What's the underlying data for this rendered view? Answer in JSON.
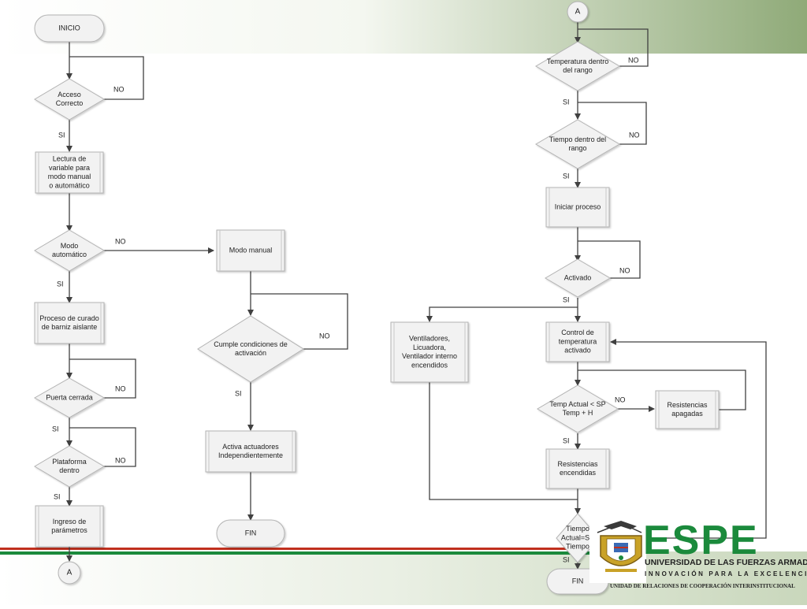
{
  "colors": {
    "banner_green": "#8faa78",
    "stripe_red": "#c0301e",
    "stripe_green": "#1b8a3c",
    "brand_green": "#1b8a3c",
    "brand_red": "#c0301e",
    "line": "#404040",
    "node_fill": "#f2f2f2"
  },
  "connectors": {
    "a_top": "A",
    "a_bottom": "A"
  },
  "nodes": {
    "inicio": "INICIO",
    "acceso": [
      "Acceso",
      "Correcto"
    ],
    "lectura": [
      "Lectura de",
      "variable para",
      "modo manual",
      "o automático"
    ],
    "modo_auto": [
      "Modo",
      "automático"
    ],
    "modo_manual": "Modo manual",
    "proceso_curado": [
      "Proceso de curado",
      "de barniz aislante"
    ],
    "puerta": "Puerta cerrada",
    "plataforma": [
      "Plataforma",
      "dentro"
    ],
    "ingreso": [
      "Ingreso de",
      "parámetros"
    ],
    "cumple": [
      "Cumple condiciones de",
      "activación"
    ],
    "activa": [
      "Activa actuadores",
      "Independientemente"
    ],
    "fin_mid": "FIN",
    "temp_rango": [
      "Temperatura dentro",
      "del rango"
    ],
    "tiempo_rango": [
      "Tiempo dentro del",
      "rango"
    ],
    "iniciar": "Iniciar proceso",
    "activado": "Activado",
    "ventiladores": [
      "Ventiladores,",
      "Licuadora,",
      "Ventilador interno",
      "encendidos"
    ],
    "control": [
      "Control de",
      "temperatura",
      "activado"
    ],
    "temp_actual": [
      "Temp Actual < SP",
      "Temp + H"
    ],
    "res_apagadas": [
      "Resistencias",
      "apagadas"
    ],
    "res_encendidas": [
      "Resistencias",
      "encendidas"
    ],
    "tiempo_actual": [
      "Tiempo",
      "Actual=SP",
      "Tiempo"
    ],
    "fin_right": "FIN"
  },
  "edge_labels": {
    "acceso_no": "NO",
    "acceso_si": "SI",
    "modo_no": "NO",
    "modo_si": "SI",
    "puerta_no": "NO",
    "puerta_si": "SI",
    "plataforma_no": "NO",
    "plataforma_si": "SI",
    "cumple_no": "NO",
    "cumple_si": "SI",
    "temp_no": "NO",
    "temp_si": "SI",
    "tiempo_no": "NO",
    "tiempo_si": "SI",
    "activado_no": "NO",
    "activado_si": "SI",
    "tempact_no": "NO",
    "tempact_si": "SI",
    "tiempoact_si": "SI"
  },
  "logo": {
    "wordmark": "ESPE",
    "university": "UNIVERSIDAD DE LAS FUERZAS ARMADAS",
    "tagline": "INNOVACIÓN PARA LA EXCELENCIA",
    "unit": "UNIDAD DE RELACIONES DE COOPERACIÓN INTERINSTITUCIONAL"
  }
}
